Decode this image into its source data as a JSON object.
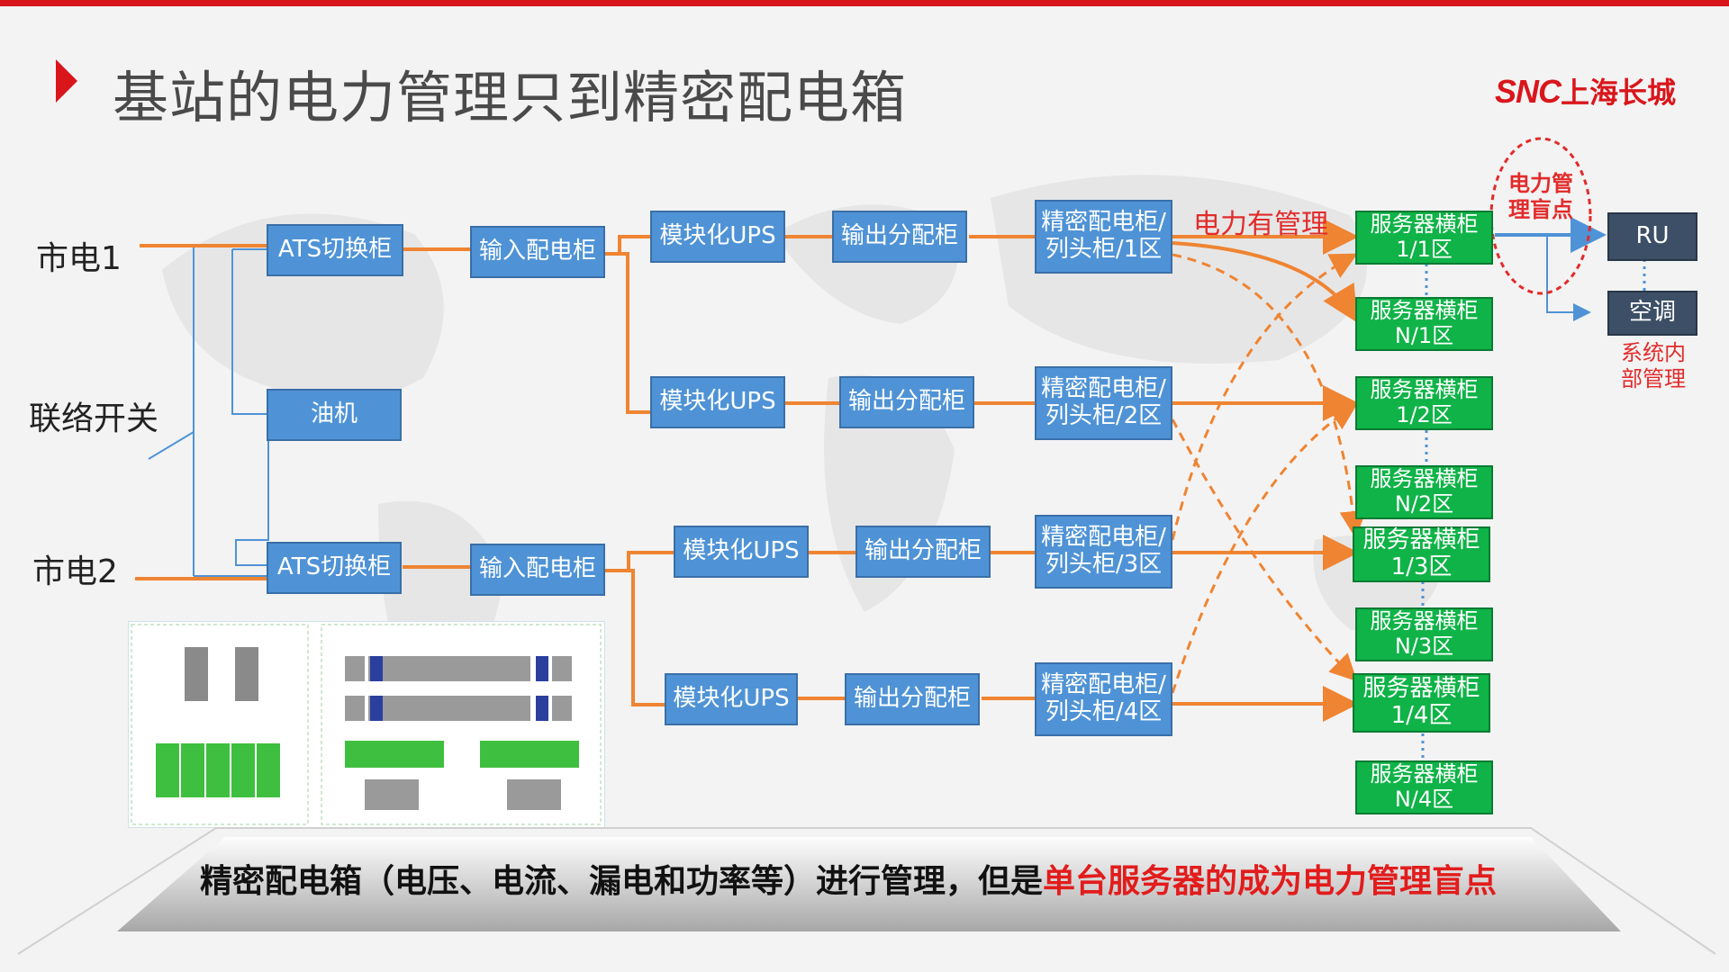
{
  "title": "基站的电力管理只到精密配电箱",
  "logo": {
    "brand": "SNC",
    "name": "上海长城"
  },
  "inputs": {
    "city1": "市电1",
    "city2": "市电2",
    "tie_switch": "联络开关"
  },
  "ats": [
    "ATS切换柜",
    "ATS切换柜"
  ],
  "generator": "油机",
  "input_cabinets": [
    "输入配电柜",
    "输入配电柜"
  ],
  "ups": [
    "模块化UPS",
    "模块化UPS",
    "模块化UPS",
    "模块化UPS"
  ],
  "output_dist": [
    "输出分配柜",
    "输出分配柜",
    "输出分配柜",
    "输出分配柜"
  ],
  "precision": [
    {
      "line1": "精密配电柜/",
      "line2": "列头柜/1区"
    },
    {
      "line1": "精密配电柜/",
      "line2": "列头柜/2区"
    },
    {
      "line1": "精密配电柜/",
      "line2": "列头柜/3区"
    },
    {
      "line1": "精密配电柜/",
      "line2": "列头柜/4区"
    }
  ],
  "power_managed": "电力有管理",
  "servers": [
    {
      "line1": "服务器横柜",
      "line2": "1/1区"
    },
    {
      "line1": "服务器横柜",
      "line2": "N/1区"
    },
    {
      "line1": "服务器横柜",
      "line2": "1/2区"
    },
    {
      "line1": "服务器横柜",
      "line2": "N/2区"
    },
    {
      "line1": "服务器横柜",
      "line2": "1/3区"
    },
    {
      "line1": "服务器横柜",
      "line2": "N/3区"
    },
    {
      "line1": "服务器横柜",
      "line2": "1/4区"
    },
    {
      "line1": "服务器横柜",
      "line2": "N/4区"
    }
  ],
  "blind_spot": {
    "line1": "电力管",
    "line2": "理盲点"
  },
  "ru": "RU",
  "aircon": "空调",
  "internal_mgmt": {
    "line1": "系统内",
    "line2": "部管理"
  },
  "caption": {
    "normal": "精密配电箱（电压、电流、漏电和功率等）进行管理，但是",
    "highlight": "单台服务器的成为电力管理盲点"
  },
  "colors": {
    "accent_red": "#d9161c",
    "box_blue": "#4f93d6",
    "server_green": "#0fb347",
    "line_orange": "#ef8432",
    "navy": "#3c4f66"
  }
}
